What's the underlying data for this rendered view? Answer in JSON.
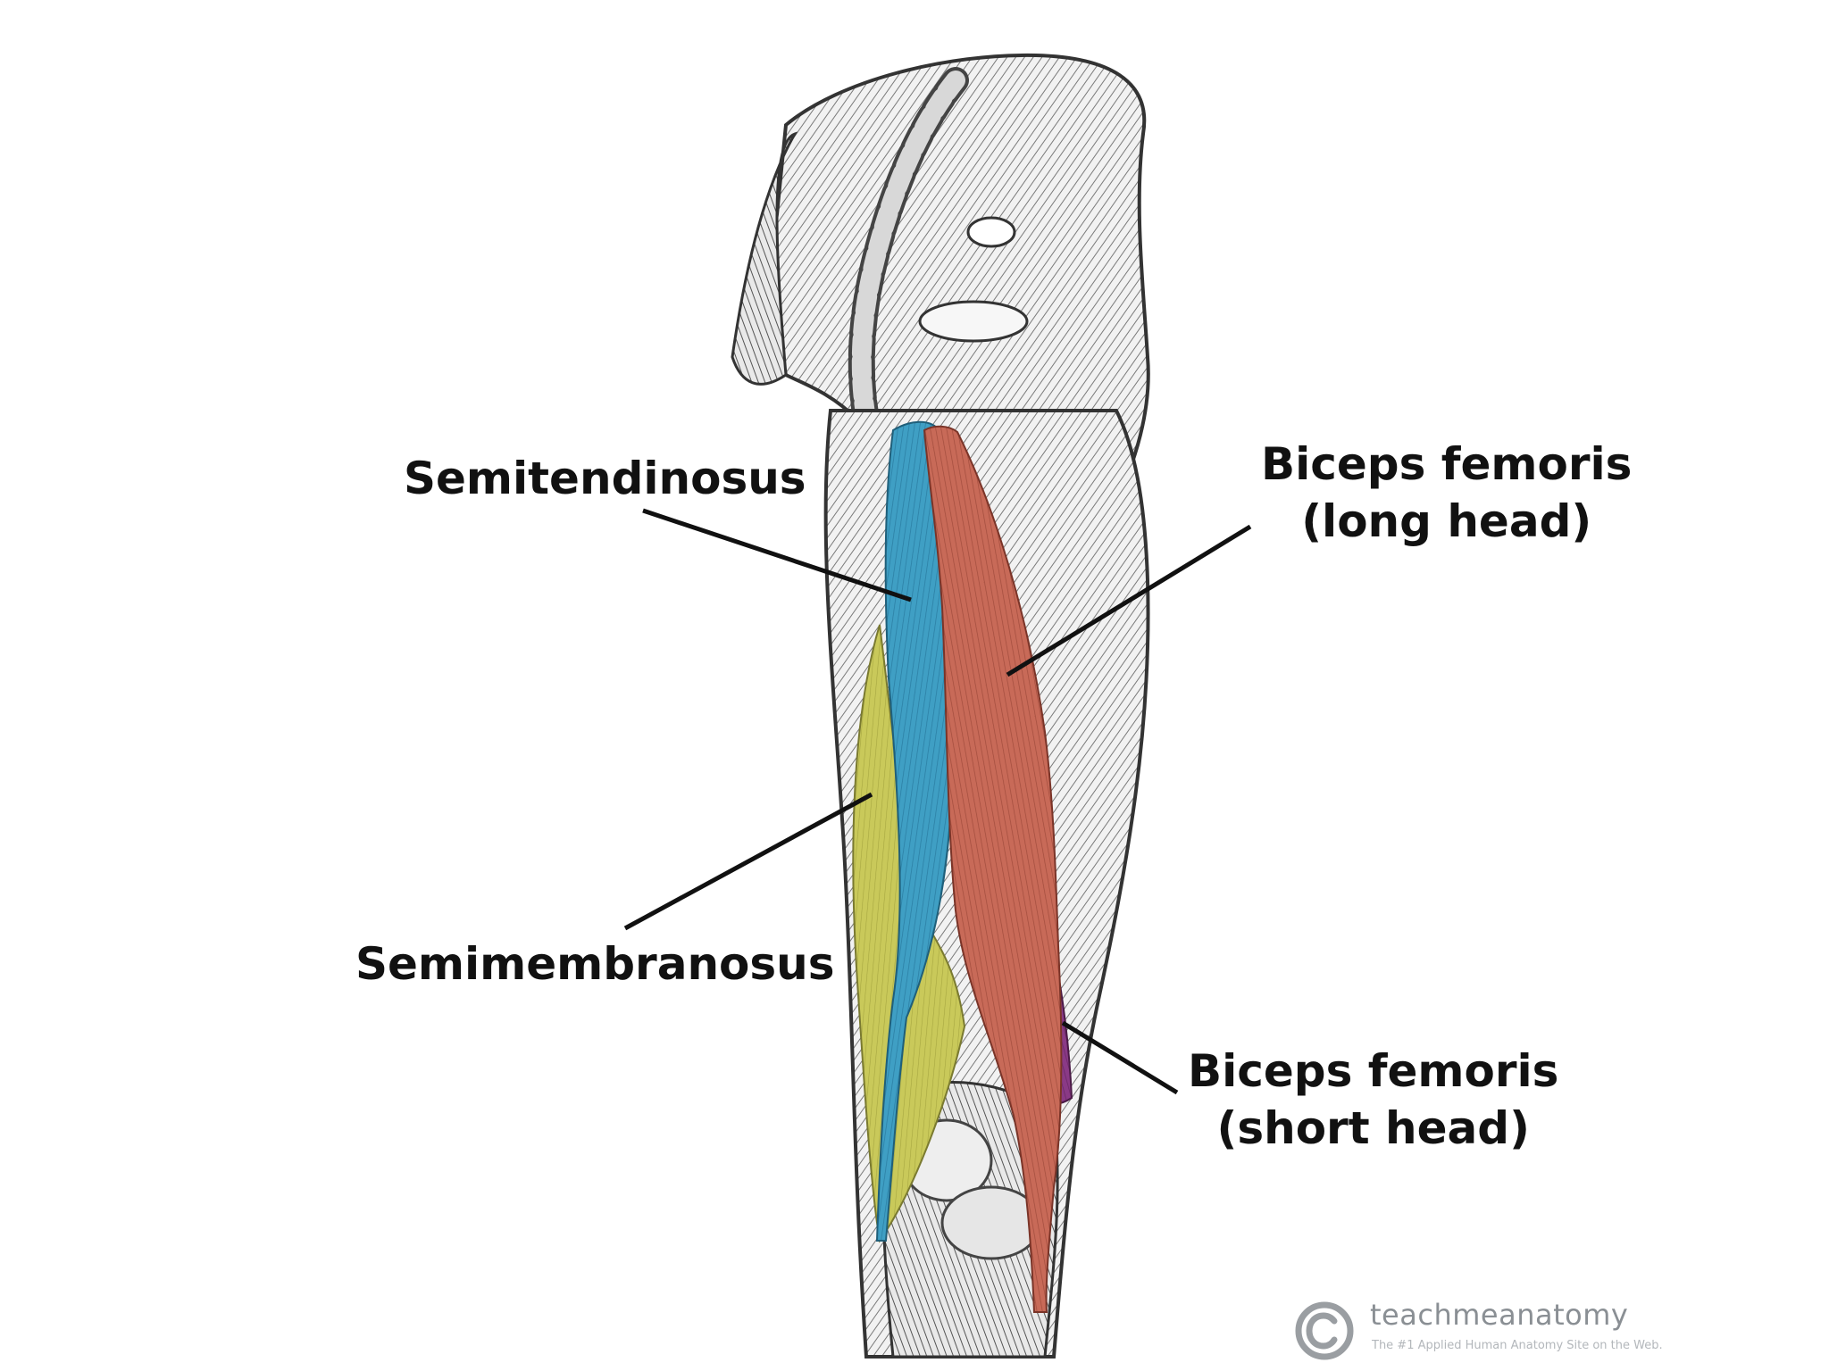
{
  "labels": {
    "semitendinosus": "Semitendinosus",
    "semimembranosus": "Semimembranosus",
    "biceps_long": [
      "Biceps femoris",
      "(long head)"
    ],
    "biceps_short": [
      "Biceps femoris",
      "(short head)"
    ]
  },
  "watermark": {
    "brand": "teachmeanatomy",
    "tagline": "The #1 Applied Human Anatomy Site on the Web."
  },
  "colors": {
    "semitendinosus": "#3f9fc4",
    "semimembranosus": "#c9c95a",
    "biceps_long": "#c86a58",
    "biceps_short": "#8a3a86",
    "leader_line": "#111111"
  }
}
